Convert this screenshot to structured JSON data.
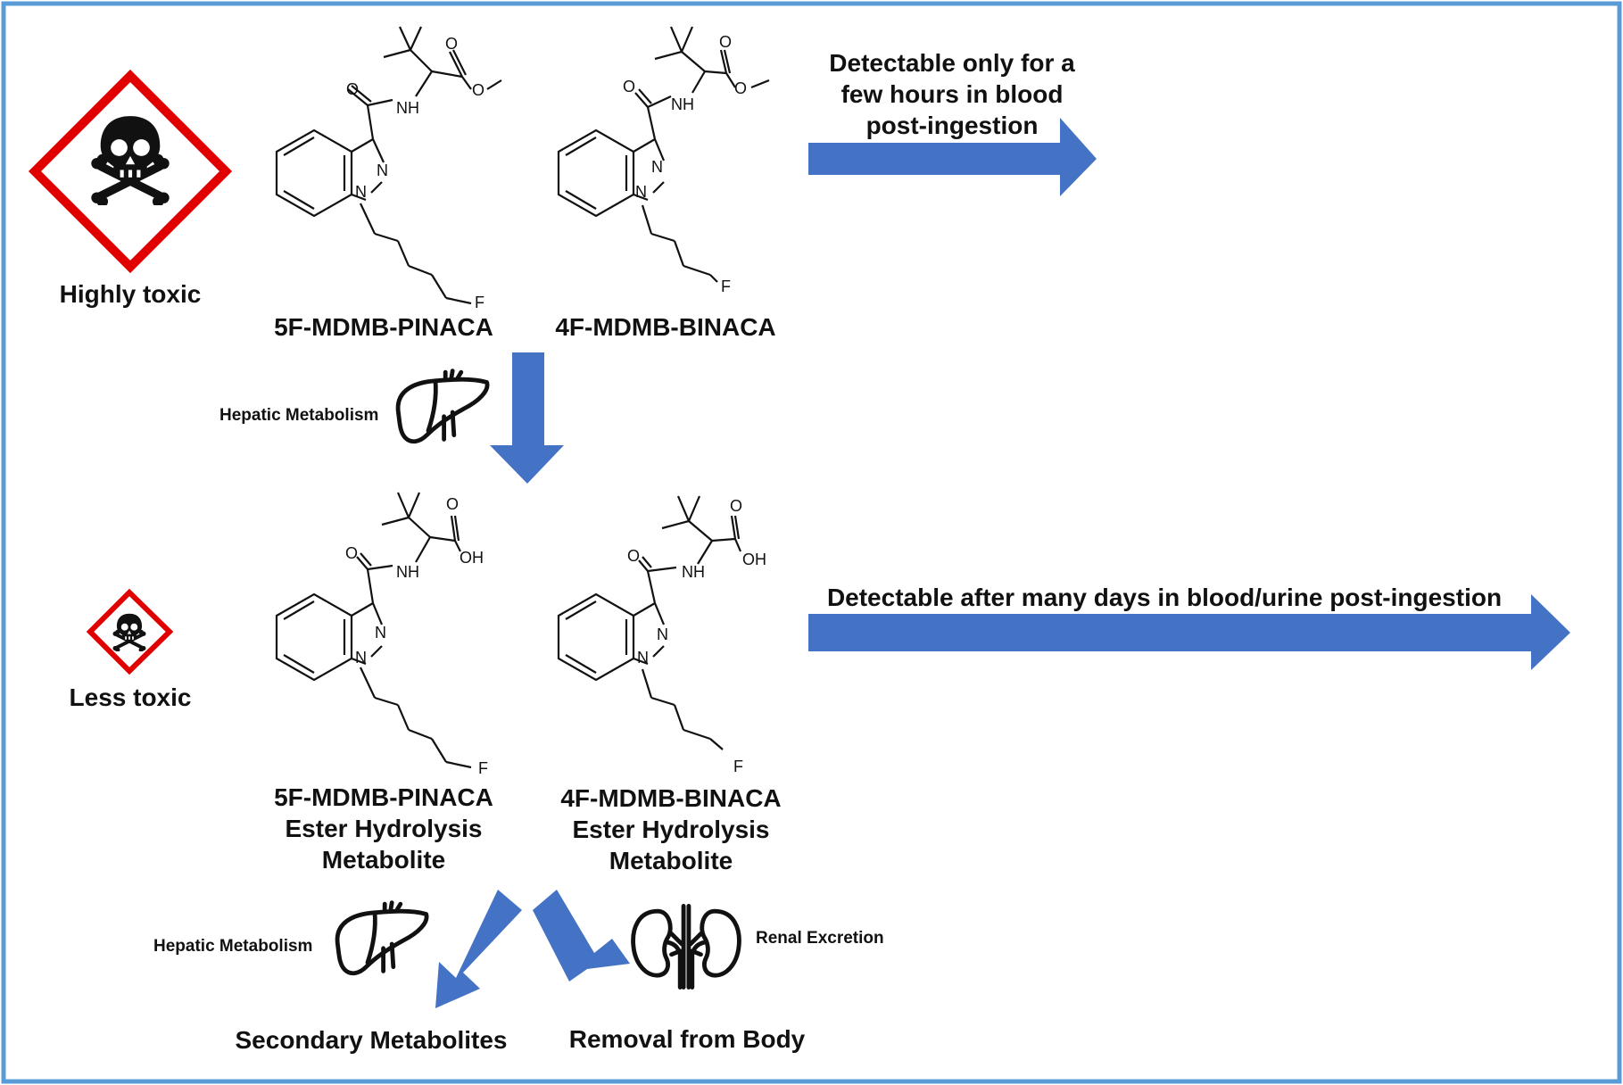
{
  "colors": {
    "frame": "#5b9bd5",
    "arrow": "#4472c4",
    "hazard": "#e00000",
    "ink": "#111111"
  },
  "icons": [
    "skull-crossbones-icon",
    "liver-icon",
    "kidneys-icon"
  ],
  "hazard_labels": {
    "high": "Highly toxic",
    "low": "Less toxic"
  },
  "compounds": {
    "c1": {
      "name": "5F-MDMB-PINACA"
    },
    "c2": {
      "name": "4F-MDMB-BINACA"
    },
    "m1": {
      "line1": "5F-MDMB-PINACA",
      "line2": "Ester Hydrolysis",
      "line3": "Metabolite"
    },
    "m2": {
      "line1": "4F-MDMB-BINACA",
      "line2": "Ester Hydrolysis",
      "line3": "Metabolite"
    }
  },
  "atoms": {
    "O": "O",
    "NH": "NH",
    "N": "N",
    "F": "F",
    "OH": "OH"
  },
  "detection": {
    "parent_l1": "Detectable only for a",
    "parent_l2": "few hours in blood",
    "parent_l3": "post-ingestion",
    "metabolite": "Detectable after many days in blood/urine post-ingestion"
  },
  "steps": {
    "hepatic1": "Hepatic Metabolism",
    "hepatic2": "Hepatic Metabolism",
    "renal": "Renal Excretion"
  },
  "outcomes": {
    "secondary": "Secondary Metabolites",
    "removal": "Removal from Body"
  }
}
